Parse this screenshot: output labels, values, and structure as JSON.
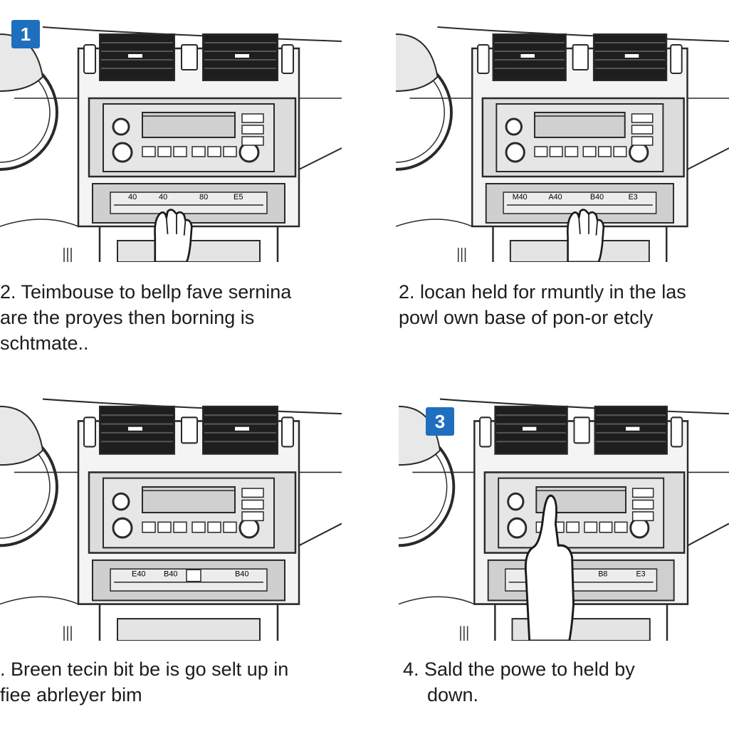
{
  "steps": [
    {
      "badge": "1",
      "caption_lines": [
        "2. Teimbouse to bellp fave sernina",
        "are the proyes then borning is",
        "schtmate.."
      ],
      "buttons": [
        "40",
        "40",
        "80",
        "E5"
      ]
    },
    {
      "badge": "",
      "caption_lines": [
        "2.  locan held for rmuntly in the las",
        "powl own base of pon-or etcly"
      ],
      "buttons": [
        "M40",
        "A40",
        "B40",
        "E3"
      ]
    },
    {
      "badge": "",
      "caption_lines": [
        ". Breen tecin bit be is go selt up in",
        "fiee abrleyer bim"
      ],
      "buttons": [
        "E40",
        "B40",
        "",
        "B40"
      ]
    },
    {
      "badge": "3",
      "caption_lines": [
        "4. Sald the powe to held by",
        "down."
      ],
      "buttons": [
        "",
        "B8",
        "E3"
      ]
    }
  ],
  "colors": {
    "badge": "#1f6fbf",
    "line": "#2a2a2a",
    "panel_fill": "#dcdcdc",
    "light_fill": "#ececec"
  }
}
